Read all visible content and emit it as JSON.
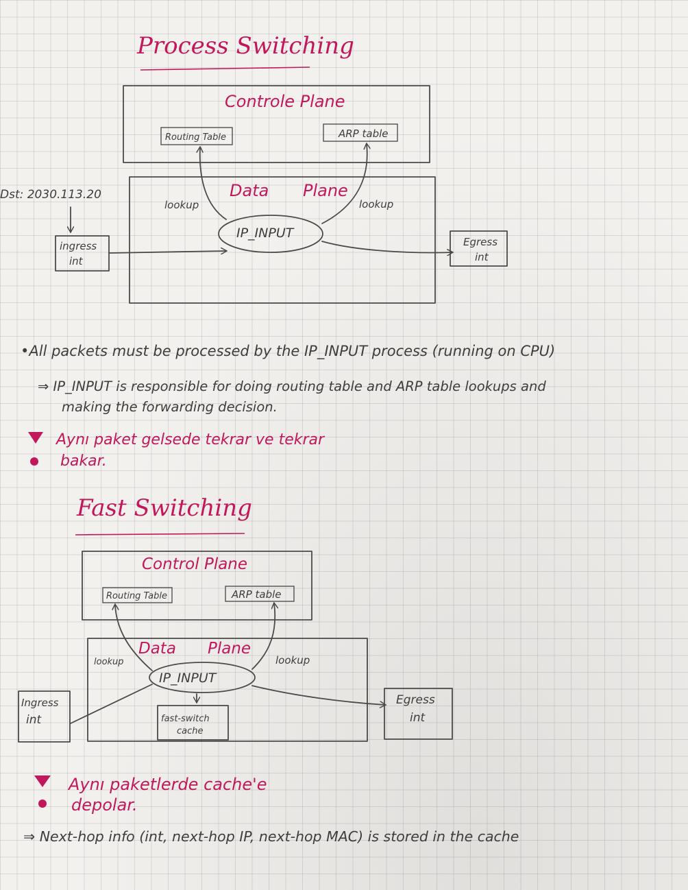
{
  "process_switching": {
    "title": "Process Switching",
    "control_plane": "Controle Plane",
    "routing_table": "Routing Table",
    "arp_table": "ARP table",
    "data_plane_1": "Data",
    "data_plane_2": "Plane",
    "ip_input": "IP_INPUT",
    "lookup_left": "lookup",
    "lookup_right": "lookup",
    "dst": "Dst: 2030.113.20",
    "ingress_1": "ingress",
    "ingress_2": "int",
    "egress_1": "Egress",
    "egress_2": "int"
  },
  "notes": {
    "line1": "•All packets must be processed by the IP_INPUT process (running on CPU)",
    "line2": "⇒ IP_INPUT is responsible for doing routing table and ARP table lookups and",
    "line3": "making the forwarding decision.",
    "pink1": "Aynı paket gelsede tekrar ve tekrar",
    "pink2": "bakar."
  },
  "fast_switching": {
    "title": "Fast Switching",
    "control_plane": "Control Plane",
    "routing_table": "Routing Table",
    "arp_table": "ARP table",
    "data_plane_1": "Data",
    "data_plane_2": "Plane",
    "ip_input": "IP_INPUT",
    "lookup_left": "lookup",
    "lookup_right": "lookup",
    "cache_1": "fast-switch",
    "cache_2": "cache",
    "ingress_1": "Ingress",
    "ingress_2": "int",
    "egress_1": "Egress",
    "egress_2": "int"
  },
  "notes2": {
    "pink1": "Aynı paketlerde cache'e",
    "pink2": "depolar.",
    "line1": "⇒ Next-hop info (int, next-hop IP, next-hop MAC) is stored in the cache"
  }
}
